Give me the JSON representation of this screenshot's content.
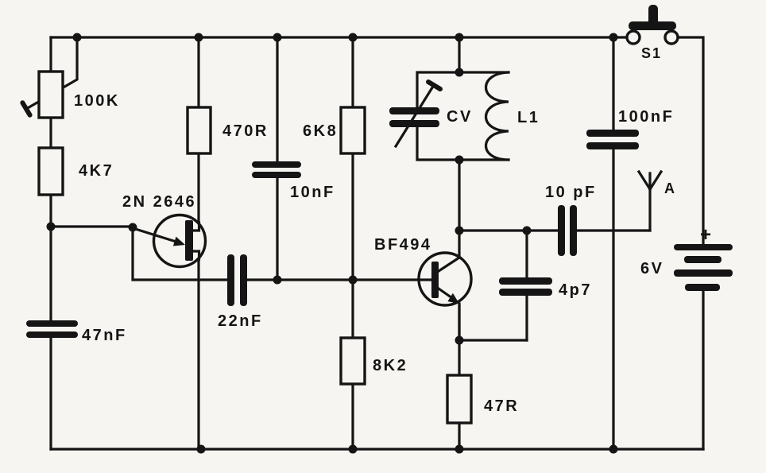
{
  "schematic": {
    "description": "One-transistor UJT oscillator driving a BF494 RF stage (small transmitter) schematic",
    "paper_color": "#f6f5f1",
    "ink_color": "#151515",
    "components": {
      "pot_100k": {
        "type": "potentiometer",
        "label": "100K"
      },
      "r_4k7": {
        "type": "resistor",
        "label": "4K7"
      },
      "r_470r": {
        "type": "resistor",
        "label": "470R"
      },
      "r_6k8": {
        "type": "resistor",
        "label": "6K8"
      },
      "r_8k2": {
        "type": "resistor",
        "label": "8K2"
      },
      "r_47r": {
        "type": "resistor",
        "label": "47R"
      },
      "c_47nf": {
        "type": "capacitor",
        "label": "47nF"
      },
      "c_22nf": {
        "type": "capacitor",
        "label": "22nF"
      },
      "c_10nf": {
        "type": "capacitor",
        "label": "10nF"
      },
      "c_100nf": {
        "type": "capacitor",
        "label": "100nF"
      },
      "c_10pf": {
        "type": "capacitor",
        "label": "10 pF"
      },
      "c_4p7": {
        "type": "capacitor",
        "label": "4p7"
      },
      "cv": {
        "type": "variable-capacitor",
        "label": "CV"
      },
      "l1": {
        "type": "inductor",
        "label": "L1"
      },
      "q1": {
        "type": "ujt-transistor",
        "label": "2N 2646"
      },
      "q2": {
        "type": "npn-transistor",
        "label": "BF494"
      },
      "s1": {
        "type": "pushbutton-switch",
        "label": "S1"
      },
      "antenna": {
        "type": "antenna",
        "label": "A"
      },
      "battery": {
        "type": "battery",
        "label": "6V",
        "polarity": "+"
      }
    }
  }
}
